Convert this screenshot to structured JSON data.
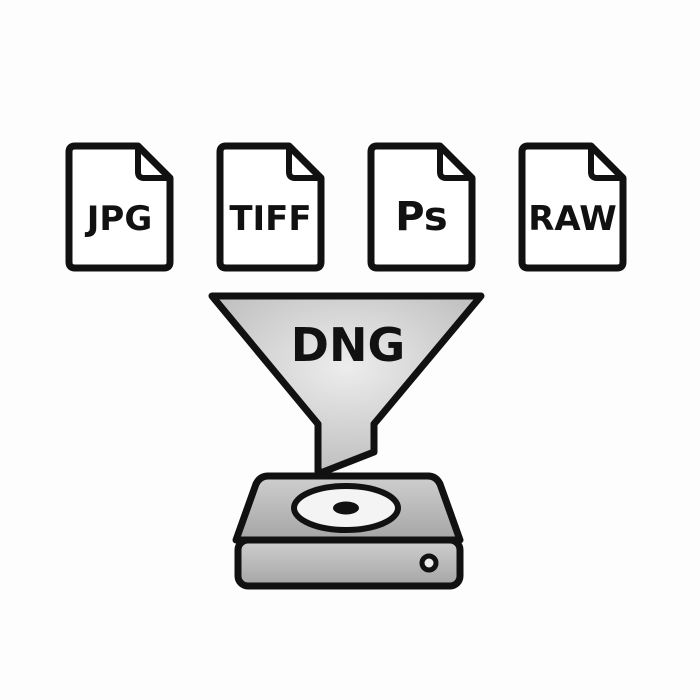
{
  "diagram": {
    "sources": [
      {
        "label": "JPG",
        "icon": "document-icon"
      },
      {
        "label": "TIFF",
        "icon": "document-icon"
      },
      {
        "label": "Ps",
        "icon": "document-icon"
      },
      {
        "label": "RAW",
        "icon": "document-icon"
      }
    ],
    "funnel": {
      "label": "DNG",
      "icon": "funnel-icon"
    },
    "target": {
      "icon": "hard-drive-icon"
    },
    "colors": {
      "stroke": "#111111",
      "fill_gray": "#c8c8c8",
      "drive_gray": "#b4b4b4",
      "background": "#fdfdfd"
    }
  }
}
